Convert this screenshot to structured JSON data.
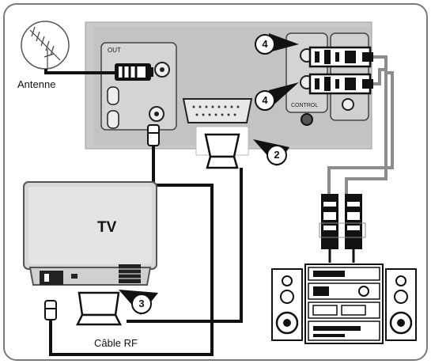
{
  "labels": {
    "antenne": "Antenne",
    "tv": "TV",
    "cable_rf": "Câble RF"
  },
  "panel_labels": {
    "out": "OUT",
    "control": "CONTROL"
  },
  "badges": {
    "audio_left": "4",
    "audio_right": "4",
    "scart_vcr": "2",
    "scart_tv": "3"
  },
  "colors": {
    "frame": "#7a7a7a",
    "panel": "#c9c9c9",
    "cable": "#111111",
    "audio_cable": "#8c8c8c",
    "tv_body": "#d7d7d7"
  }
}
